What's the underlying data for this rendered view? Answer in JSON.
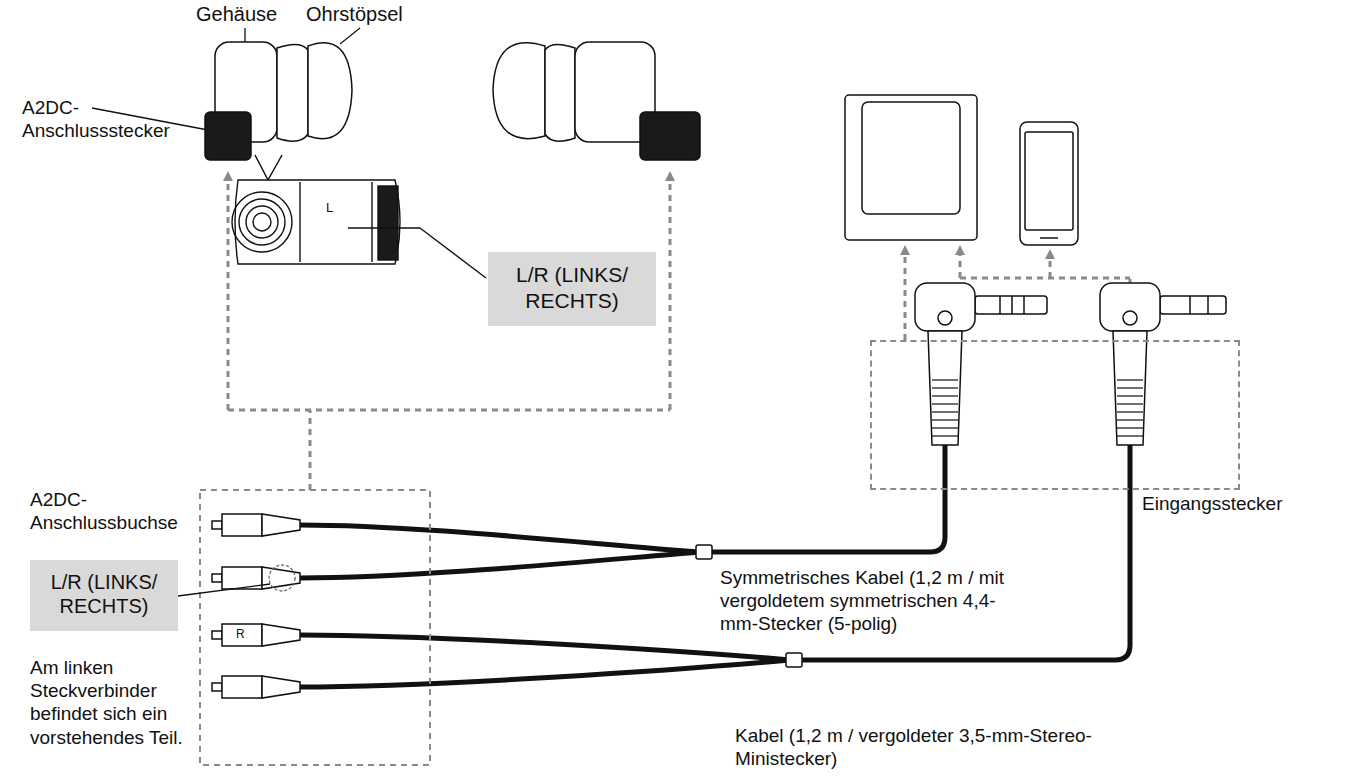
{
  "diagram": {
    "nodes": [
      {
        "text": [
          "L/R (LINKS/ RECHTS)"
        ]
      },
      {
        "text": [
          "L/R (LINKS/ RECHTS)"
        ]
      },
      {
        "text": [
          "Eingangsstecker"
        ]
      }
    ],
    "labels": [
      "Gehäuse",
      "Ohrstöpsel",
      "A2DC- Anschlussstecker",
      "L",
      "A2DC- Anschlussbuchse",
      "R",
      "Am linken Steckverbinder befindet sich ein vorstehendes Teil.",
      "Symmetrisches Kabel (1,2 m / mit vergoldetem symmetrischen 4,4-mm-Stecker (5-polig)",
      "Kabel (1,2 m / vergoldeter 3,5-mm-Stereo-Ministecker)"
    ]
  }
}
